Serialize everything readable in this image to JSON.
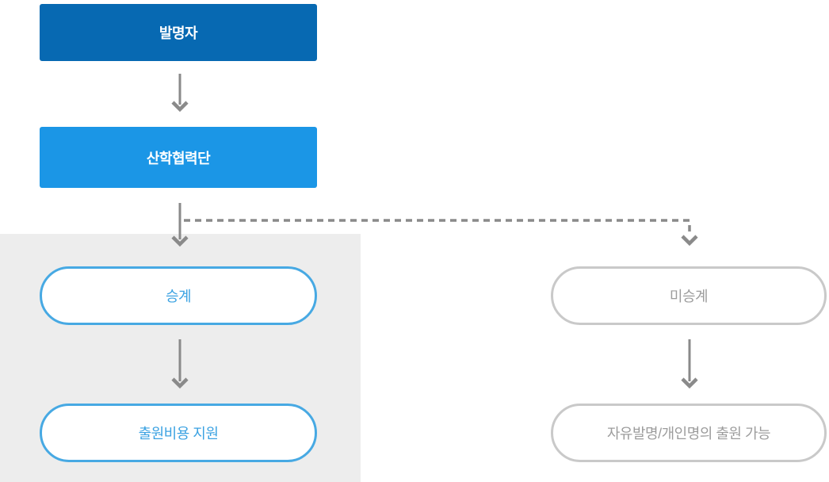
{
  "nodes": {
    "inventor": {
      "label": "발명자",
      "type": "filled-box"
    },
    "foundation": {
      "label": "산학협력단",
      "type": "filled-box"
    },
    "succession": {
      "label": "승계",
      "type": "outlined-pill-blue"
    },
    "cost_support": {
      "label": "출원비용 지원",
      "type": "outlined-pill-blue"
    },
    "non_succession": {
      "label": "미승계",
      "type": "outlined-pill-gray"
    },
    "free_invention": {
      "label": "자유발명/개인명의 출원 가능",
      "type": "outlined-pill-gray"
    }
  },
  "edges": [
    {
      "from": "inventor",
      "to": "foundation",
      "style": "solid-arrow"
    },
    {
      "from": "foundation",
      "to": "succession",
      "style": "solid-arrow"
    },
    {
      "from": "foundation",
      "to": "non_succession",
      "style": "dashed-arrow"
    },
    {
      "from": "succession",
      "to": "cost_support",
      "style": "solid-arrow"
    },
    {
      "from": "non_succession",
      "to": "free_invention",
      "style": "solid-arrow"
    }
  ],
  "colors": {
    "primary_dark_blue": "#0769b2",
    "primary_blue": "#1b96e6",
    "pill_blue_border": "#47a9e3",
    "pill_blue_text": "#3ba2e2",
    "gray_panel": "#ededed",
    "arrow_gray": "#8a8a8a",
    "pill_gray_border": "#c9c9c9",
    "pill_gray_text": "#9c9c9c",
    "node_text_white": "#ffffff"
  }
}
